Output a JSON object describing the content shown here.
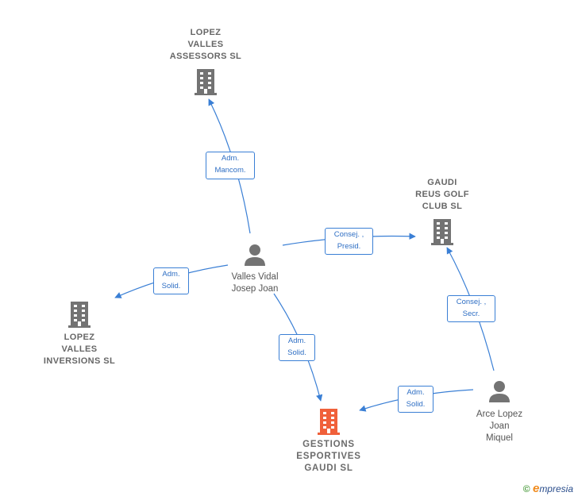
{
  "nodes": {
    "lopez_valles_assessors": {
      "label": "LOPEZ\nVALLES\nASSESSORS SL",
      "type": "company"
    },
    "gaudi_reus_golf": {
      "label": "GAUDI\nREUS GOLF\nCLUB  SL",
      "type": "company"
    },
    "lopez_valles_inversions": {
      "label": "LOPEZ\nVALLES\nINVERSIONS SL",
      "type": "company"
    },
    "gestions_esportives": {
      "label": "GESTIONS\nESPORTIVES\nGAUDI  SL",
      "type": "company-focus"
    },
    "valles_vidal": {
      "label": "Valles Vidal\nJosep Joan",
      "type": "person"
    },
    "arce_lopez": {
      "label": "Arce Lopez\nJoan\nMiquel",
      "type": "person"
    }
  },
  "relations": {
    "r1": "Adm.\nMancom.",
    "r2": "Consej. ,\nPresid.",
    "r3": "Adm.\nSolid.",
    "r4": "Adm.\nSolid.",
    "r5": "Consej. ,\nSecr.",
    "r6": "Adm.\nSolid."
  },
  "colors": {
    "company_icon": "#737373",
    "focus_icon": "#f0603a",
    "person_icon": "#737373",
    "edge": "#3a7fd5"
  },
  "brand": {
    "copyright": "©",
    "initial": "e",
    "rest": "mpresia"
  }
}
